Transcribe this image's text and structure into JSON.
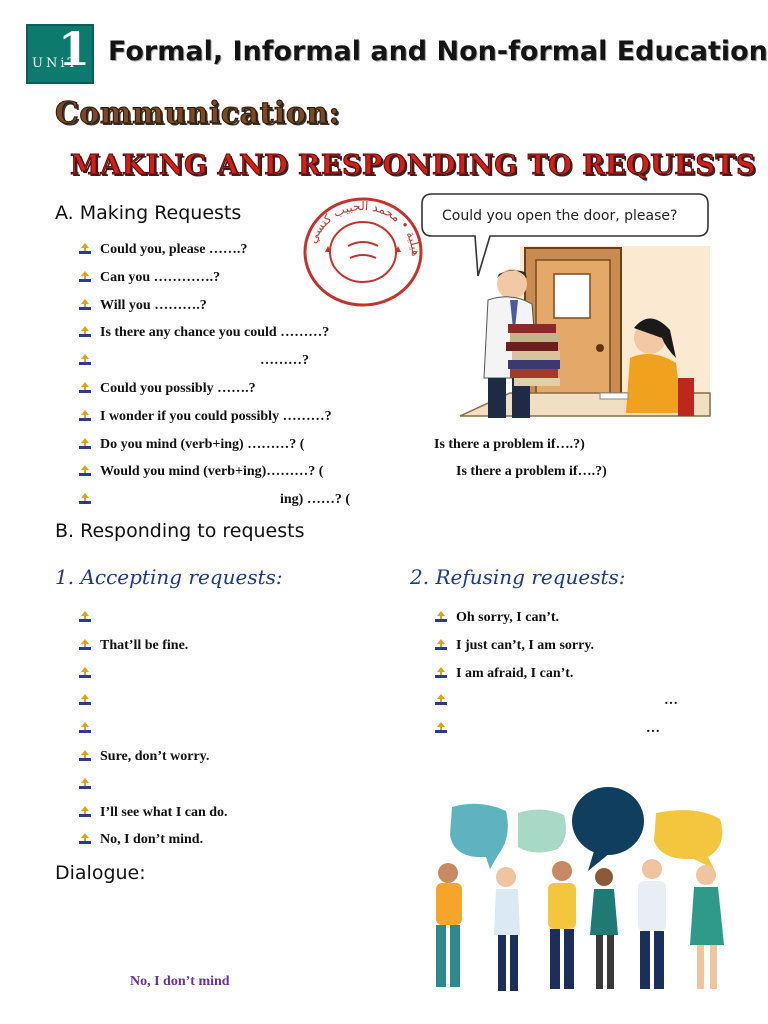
{
  "header": {
    "unit_number": "1",
    "unit_word": "UNiT",
    "title": "Formal, Informal and Non-formal Education"
  },
  "communication_title": "Communication:",
  "topic_title": "MAKING AND RESPONDING TO REQUESTS",
  "stamp_text": "ثانوية الصداقة التأهيلية • محمد الحبيب كنسي",
  "speech_bubble": "Could you open the door, please?",
  "section_a": {
    "title": "A. Making Requests",
    "items": [
      {
        "text": "Could you, please …….?",
        "extra": ""
      },
      {
        "text": "Can you ………….?",
        "extra": ""
      },
      {
        "text": "Will you ……….?",
        "extra": ""
      },
      {
        "text": "Is there any chance you could ………?",
        "extra": ""
      },
      {
        "text": "",
        "extra": "………?"
      },
      {
        "text": "Could you possibly …….?",
        "extra": ""
      },
      {
        "text": "I wonder if you could possibly ………?",
        "extra": ""
      },
      {
        "text": "Do you mind (verb+ing) ………? (",
        "extra": "Is there a problem if….?)"
      },
      {
        "text": "Would you mind (verb+ing)………? (",
        "extra": "Is there a problem if….?)"
      },
      {
        "text": "",
        "extra": "ing) ……? ("
      }
    ]
  },
  "section_b": {
    "title": "B. Responding to requests",
    "accepting": {
      "title": "1. Accepting requests:",
      "items": [
        "",
        "That’ll be fine.",
        "",
        "",
        "",
        "Sure, don’t worry.",
        "",
        "I’ll see what I can do.",
        "No, I don’t mind."
      ]
    },
    "refusing": {
      "title": "2. Refusing requests:",
      "items": [
        "Oh sorry, I can’t.",
        "I just can’t, I am sorry.",
        "I am afraid, I can’t.",
        "…",
        "…"
      ]
    }
  },
  "dialogue": {
    "title": "Dialogue:",
    "line": "No, I don’t mind"
  },
  "colors": {
    "unit_badge": "#0d7a6e",
    "communication": "#7b4a23",
    "topic": "#d0201c",
    "script_heading": "#1c3a8a",
    "dialogue_line": "#6a2fa0"
  }
}
